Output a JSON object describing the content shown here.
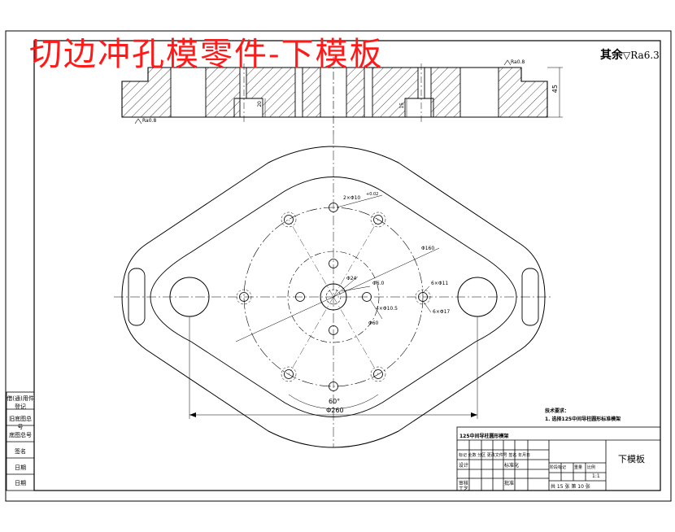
{
  "title": "切边冲孔模零件-下模板",
  "roughness_note": {
    "label": "其余",
    "value": "Ra6.3"
  },
  "roughness_marks": {
    "top_right": "Ra0.8",
    "bottom_left": "Ra0.8"
  },
  "dimensions": {
    "thickness": "45",
    "depth_left": "20",
    "depth_right": "15",
    "holes_2": "2×Φ10",
    "holes_2_tol": "+0.02",
    "bolt_circle": "Φ160",
    "pin_hole": "Φ24",
    "small_dia": "Φ6.0",
    "holes_6_small": "6×Φ11",
    "holes_6_large": "6×Φ17",
    "holes_4": "4×Φ10.5",
    "circle_60": "Φ60",
    "angle": "60°",
    "overall_width": "Φ260"
  },
  "tech_requirements": {
    "heading": "技术要求：",
    "item": "1. 选择125中间导柱圆形标准模架"
  },
  "title_block": {
    "std": "125中间导柱圆形模架",
    "part_name": "下模板",
    "scale": "1:1",
    "sheet": "共 15 张   第 10 张",
    "header_row": "标记 处数 分区 更改文件号 签名 年月日",
    "design": "设计",
    "standard": "标准化",
    "review": "审核",
    "process": "工艺",
    "approve": "批准",
    "stage": "阶段标记",
    "weight": "重量",
    "ratio": "比例"
  },
  "side_strip": [
    "借(通)用件登记",
    "旧底图总号",
    "底图总号",
    "签名",
    "日期",
    "日期"
  ]
}
